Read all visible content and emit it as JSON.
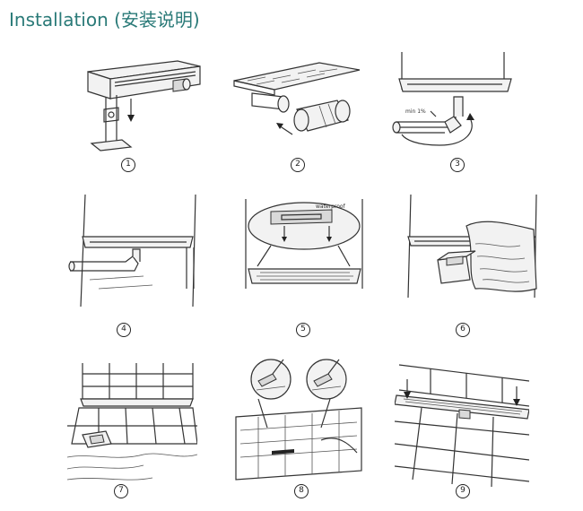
{
  "title": "Installation (安装说明)",
  "steps": [
    {
      "number": "1"
    },
    {
      "number": "2",
      "arrow_icon": "arrow-left-icon"
    },
    {
      "number": "3",
      "slope_label": "min 1%"
    },
    {
      "number": "4"
    },
    {
      "number": "5",
      "callout_label": "waterproof"
    },
    {
      "number": "6"
    },
    {
      "number": "7"
    },
    {
      "number": "8"
    },
    {
      "number": "9"
    }
  ]
}
